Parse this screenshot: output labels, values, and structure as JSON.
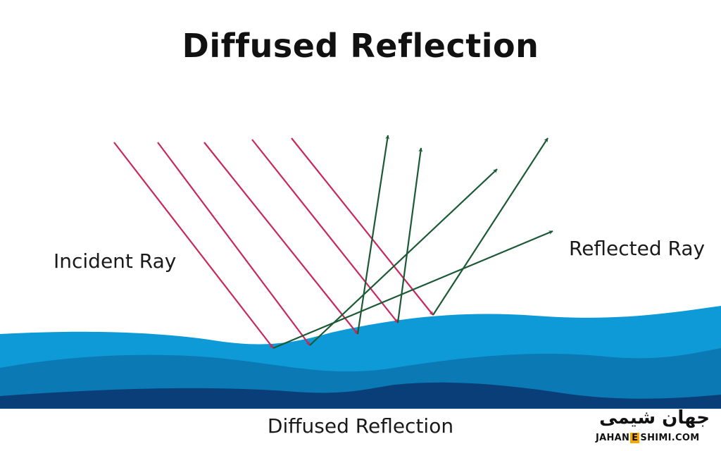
{
  "title": "Diffused Reflection",
  "labels": {
    "incident": "Incident Ray",
    "reflected": "Reflected Ray",
    "caption": "Diffused Reflection"
  },
  "logo": {
    "arabic": "جهان شیمی",
    "latin_left": "JAHAN",
    "latin_mid": "E",
    "latin_right": "SHIMI.COM"
  },
  "colors": {
    "incident_ray": "#c8285a",
    "reflected_ray": "#1b5a35",
    "water_light": "#0d9ad6",
    "water_mid": "#0a79b4",
    "water_dark": "#0a3e78",
    "logo_accent": "#f5a800"
  }
}
